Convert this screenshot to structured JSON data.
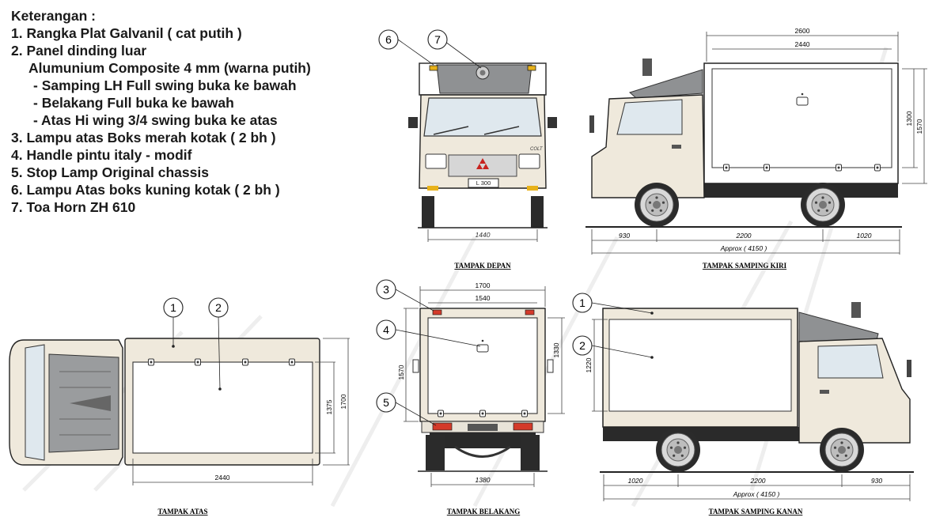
{
  "legend": {
    "title": "Keterangan :",
    "items": [
      "1. Rangka Plat Galvanil ( cat putih )",
      "2. Panel dinding luar",
      "Alumunium Composite 4 mm (warna putih)",
      "- Samping LH Full swing buka ke bawah",
      "- Belakang Full buka ke bawah",
      "- Atas Hi wing 3/4 swing buka ke atas",
      "3. Lampu atas Boks merah kotak ( 2 bh )",
      "4. Handle pintu italy - modif",
      "5. Stop Lamp Original chassis",
      "6. Lampu Atas boks kuning kotak ( 2 bh )",
      "7. Toa Horn ZH 610"
    ]
  },
  "views": {
    "front": {
      "caption": "TAMPAK DEPAN",
      "plate": "L 300",
      "brand": "COLT",
      "callouts": [
        "6",
        "7"
      ],
      "dims": {
        "track": "1440"
      }
    },
    "left": {
      "caption": "TAMPAK SAMPING KIRI",
      "dims": {
        "box_overall": "2600",
        "box_inner": "2440",
        "box_height": "1300",
        "overall_height": "1570",
        "front_overhang": "930",
        "wheelbase": "2200",
        "rear_overhang": "1020",
        "total": "Approx ( 4150 )"
      }
    },
    "top": {
      "caption": "TAMPAK ATAS",
      "callouts": [
        "1",
        "2"
      ],
      "dims": {
        "length": "2440",
        "inner_width": "1375",
        "outer_width": "1700"
      }
    },
    "rear": {
      "caption": "TAMPAK BELAKANG",
      "callouts": [
        "3",
        "4",
        "5"
      ],
      "dims": {
        "outer_width": "1700",
        "inner_width": "1540",
        "box_height": "1330",
        "overall_height": "1570",
        "track": "1380"
      }
    },
    "right": {
      "caption": "TAMPAK SAMPING KANAN",
      "callouts": [
        "1",
        "2"
      ],
      "dims": {
        "box_height": "1220",
        "rear_overhang": "1020",
        "wheelbase": "2200",
        "front_overhang": "930",
        "total": "Approx ( 4150 )"
      }
    }
  },
  "colors": {
    "line": "#222222",
    "body": "#efe9dc",
    "panel": "#ffffff",
    "roof_fairing": "#8f9193",
    "chassis": "#2a2a2a",
    "lamp_red": "#d43a2a",
    "lamp_yellow": "#e8b21a"
  }
}
